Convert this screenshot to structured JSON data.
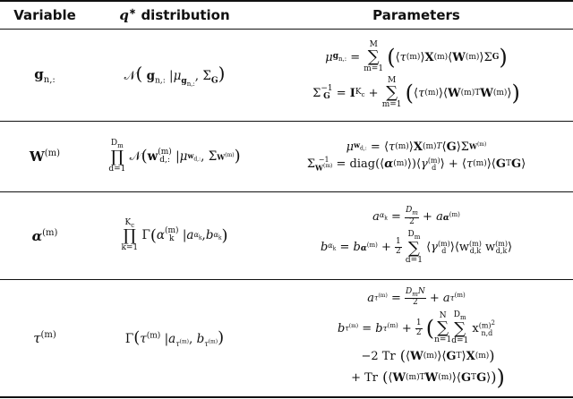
{
  "table": {
    "columns": [
      "Variable",
      "q* distribution",
      "Parameters"
    ],
    "rows": [
      {
        "variable": "g_{n,:}",
        "distribution": "𝒩( g_{n,:} | μ_{g_{n,:}}, Σ_G )",
        "parameters": [
          "μ_{g_{n,:}} = Σ_{m=1}^{M} ( ⟨τ^{(m)}⟩ X^{(m)} ⟨W^{(m)}⟩ Σ_G )",
          "Σ_G^{-1} = I_{K_c} + Σ_{m=1}^{M} ( ⟨τ^{(m)}⟩ ⟨W^{(m)T} W^{(m)}⟩ )"
        ]
      },
      {
        "variable": "W^{(m)}",
        "distribution": "∏_{d=1}^{D_m} 𝒩( w_{d,:}^{(m)} | μ_{w_{d,:}^{(m)}}, Σ_{W^{(m)}} )",
        "parameters": [
          "μ_{w_{d,:}^{(m)}} = ⟨τ^{(m)}⟩ X^{(m)T} ⟨G⟩ Σ_{W^{(m)}}",
          "Σ_{W^{(m)}}^{-1} = diag(⟨α^{(m)}⟩)⟨γ_d^{(m)}⟩ + ⟨τ^{(m)}⟩⟨G^T G⟩"
        ]
      },
      {
        "variable": "α^{(m)}",
        "distribution": "∏_{k=1}^{K_c} Γ( α_k^{(m)} | a_{α_k^{(m)}}, b_{α_k^{(m)}} )",
        "parameters": [
          "a_{α_k^{(m)}} = D_m/2 + a^{α^{(m)}}",
          "b_{α_k^{(m)}} = b^{α^{(m)}} + 1/2 Σ_{d=1}^{D_m} ⟨γ_d^{(m)}⟩⟨w_{d,k}^{(m)} w_{d,k}^{(m)}⟩"
        ]
      },
      {
        "variable": "τ^{(m)}",
        "distribution": "Γ( τ^{(m)} | a_{τ^{(m)}}, b_{τ^{(m)}} )",
        "parameters": [
          "a_{τ^{(m)}} = D_m N/2 + a^{τ^{(m)}}",
          "b_{τ^{(m)}} = b^{τ^{(m)}} + 1/2 ( Σ_{n=1}^{N} Σ_{d=1}^{D_m} x_{n,d}^{(m)2}",
          "−2 Tr ( ⟨W^{(m)}⟩⟨G^T⟩X^{(m)} )",
          "+ Tr ( ⟨W^{(m)T} W^{(m)}⟩⟨G^T G⟩ ) )"
        ]
      }
    ]
  }
}
